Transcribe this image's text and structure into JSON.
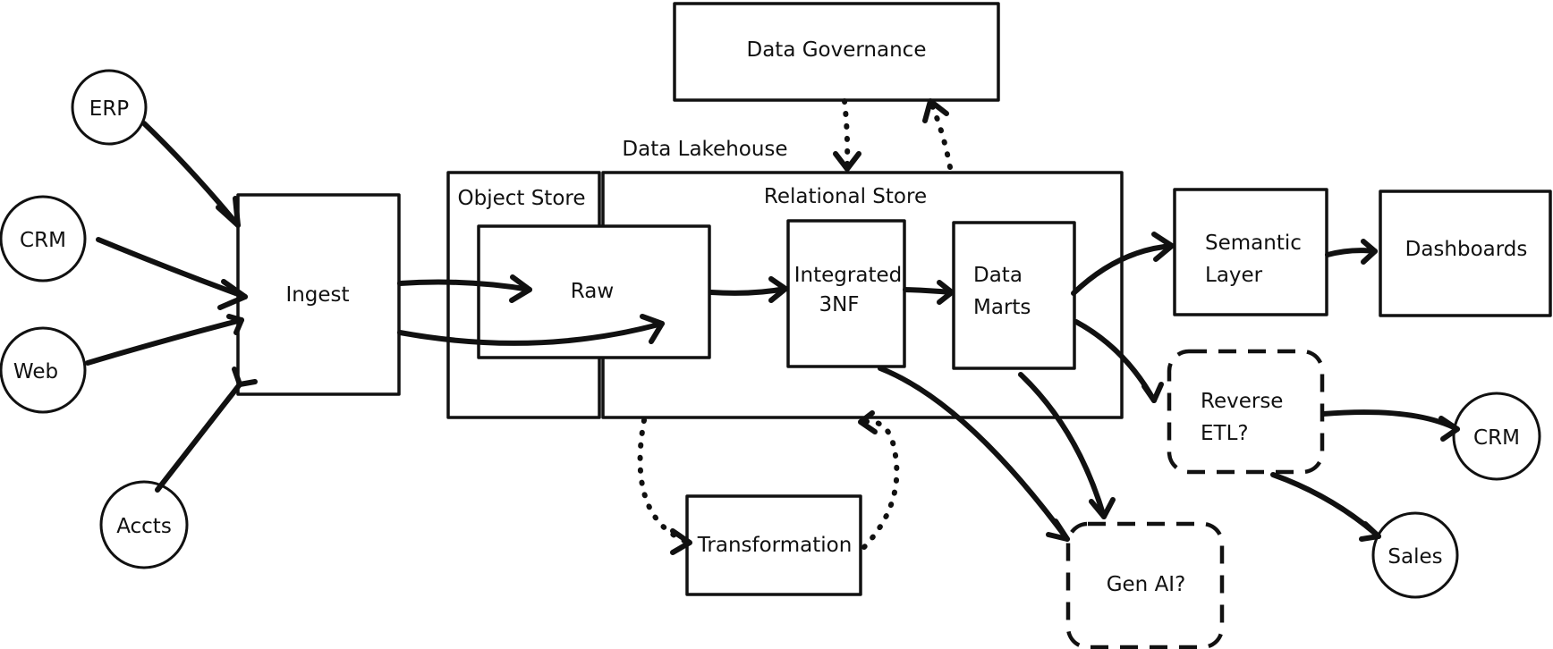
{
  "diagram": {
    "title": "Data Lakehouse",
    "sources": {
      "erp": "ERP",
      "crm": "CRM",
      "web": "Web",
      "accts": "Accts"
    },
    "ingest": "Ingest",
    "governance": "Data Governance",
    "object_store": "Object Store",
    "relational_store": "Relational Store",
    "raw": "Raw",
    "integrated": [
      "Integrated",
      "3NF"
    ],
    "data_marts": [
      "Data",
      "Marts"
    ],
    "transformation": "Transformation",
    "semantic_layer": [
      "Semantic",
      "Layer"
    ],
    "dashboards": "Dashboards",
    "reverse_etl": [
      "Reverse",
      "ETL?"
    ],
    "gen_ai": "Gen AI?",
    "targets": {
      "crm": "CRM",
      "sales": "Sales"
    }
  }
}
